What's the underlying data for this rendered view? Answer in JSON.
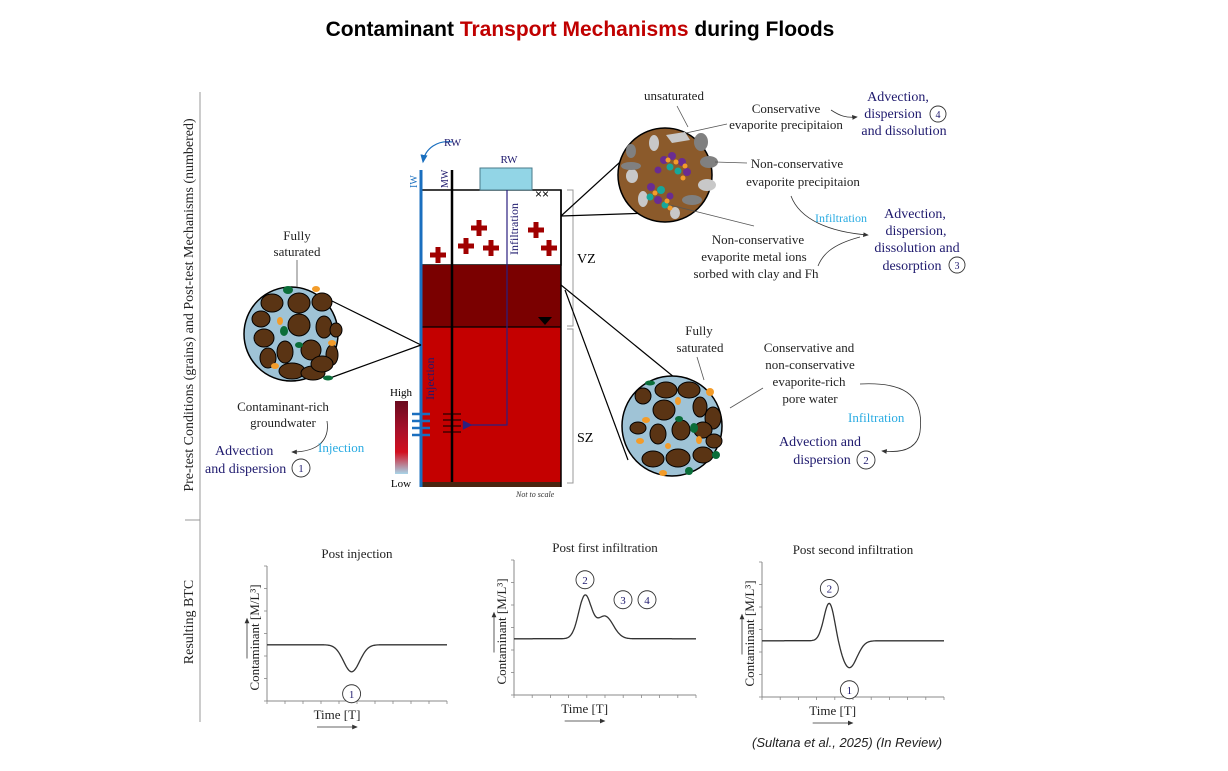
{
  "title": {
    "prefix": "Contaminant ",
    "accent": "Transport Mechanisms",
    "suffix": " during Floods"
  },
  "colors": {
    "accent": "#c00000",
    "mechanism_text": "#1f1a6e",
    "process_text": "#29abe2",
    "vz_dark": "#7a0000",
    "sz_red": "#c40000",
    "well_blue": "#1a6fbf",
    "pore_water": "#9fc3d6",
    "grain_brown": "#5a3414"
  },
  "side_labels": {
    "top": "Pre-test Conditions (grains) and Post-test Mechanisms (numbered)",
    "bottom": "Resulting BTC"
  },
  "column": {
    "rw_top": "RW",
    "rw_pond": "RW",
    "iw": "IW",
    "mw": "MW",
    "infiltration": "Infiltration",
    "injection": "Injection",
    "vz": "VZ",
    "sz": "SZ",
    "scale_high": "High",
    "scale_low": "Low",
    "not_to_scale": "Not to scale"
  },
  "left_callout": {
    "state": "Fully\nsaturated",
    "desc": [
      "Contaminant-rich",
      "groundwater"
    ],
    "process": "Injection",
    "mechanism": [
      "Advection",
      "and dispersion"
    ],
    "number": "1"
  },
  "top_callout": {
    "state": "unsaturated",
    "conservative": [
      "Conservative",
      "evaporite precipitaion"
    ],
    "mechanism4": [
      "Advection,",
      "dispersion",
      "and dissolution"
    ],
    "number4": "4",
    "nonconservative": [
      "Non-conservative",
      "evaporite precipitaion"
    ],
    "process": "Infiltration",
    "mechanism3": [
      "Advection,",
      "dispersion,",
      "dissolution and",
      "desorption"
    ],
    "number3": "3",
    "metal": [
      "Non-conservative",
      "evaporite metal ions",
      "sorbed with clay and Fh"
    ]
  },
  "bottom_callout": {
    "state": [
      "Fully",
      "saturated"
    ],
    "desc": [
      "Conservative and",
      "non-conservative",
      "evaporite-rich",
      "pore water"
    ],
    "process": "Infiltration",
    "mechanism": [
      "Advection and",
      "dispersion"
    ],
    "number": "2"
  },
  "chart_data": [
    {
      "type": "line",
      "title": "Post injection",
      "xlabel": "Time [T]",
      "ylabel": "Contaminant [M/L³]",
      "xlim": [
        0,
        10
      ],
      "ylim": [
        0,
        6
      ],
      "grid": false,
      "baseline": 2.5,
      "features": [
        {
          "kind": "trough",
          "x": 4.7,
          "y": 1.3,
          "label": "1"
        }
      ]
    },
    {
      "type": "line",
      "title": "Post first infiltration",
      "xlabel": "Time [T]",
      "ylabel": "Contaminant [M/L³]",
      "xlim": [
        0,
        10
      ],
      "ylim": [
        0,
        6
      ],
      "grid": false,
      "baseline": 2.5,
      "features": [
        {
          "kind": "peak",
          "x": 3.9,
          "y": 4.5,
          "label": "2"
        },
        {
          "kind": "shoulder",
          "x": 5.0,
          "y": 3.7,
          "label": "3"
        },
        {
          "kind": "shoulder",
          "x": 5.0,
          "y": 3.7,
          "label": "4"
        }
      ]
    },
    {
      "type": "line",
      "title": "Post second infiltration",
      "xlabel": "Time [T]",
      "ylabel": "Contaminant [M/L³]",
      "xlim": [
        0,
        10
      ],
      "ylim": [
        0,
        6
      ],
      "grid": false,
      "baseline": 2.5,
      "features": [
        {
          "kind": "peak",
          "x": 3.7,
          "y": 4.2,
          "label": "2"
        },
        {
          "kind": "trough",
          "x": 4.8,
          "y": 1.3,
          "label": "1"
        }
      ]
    }
  ],
  "citation": "(Sultana et al., 2025) (In Review)"
}
